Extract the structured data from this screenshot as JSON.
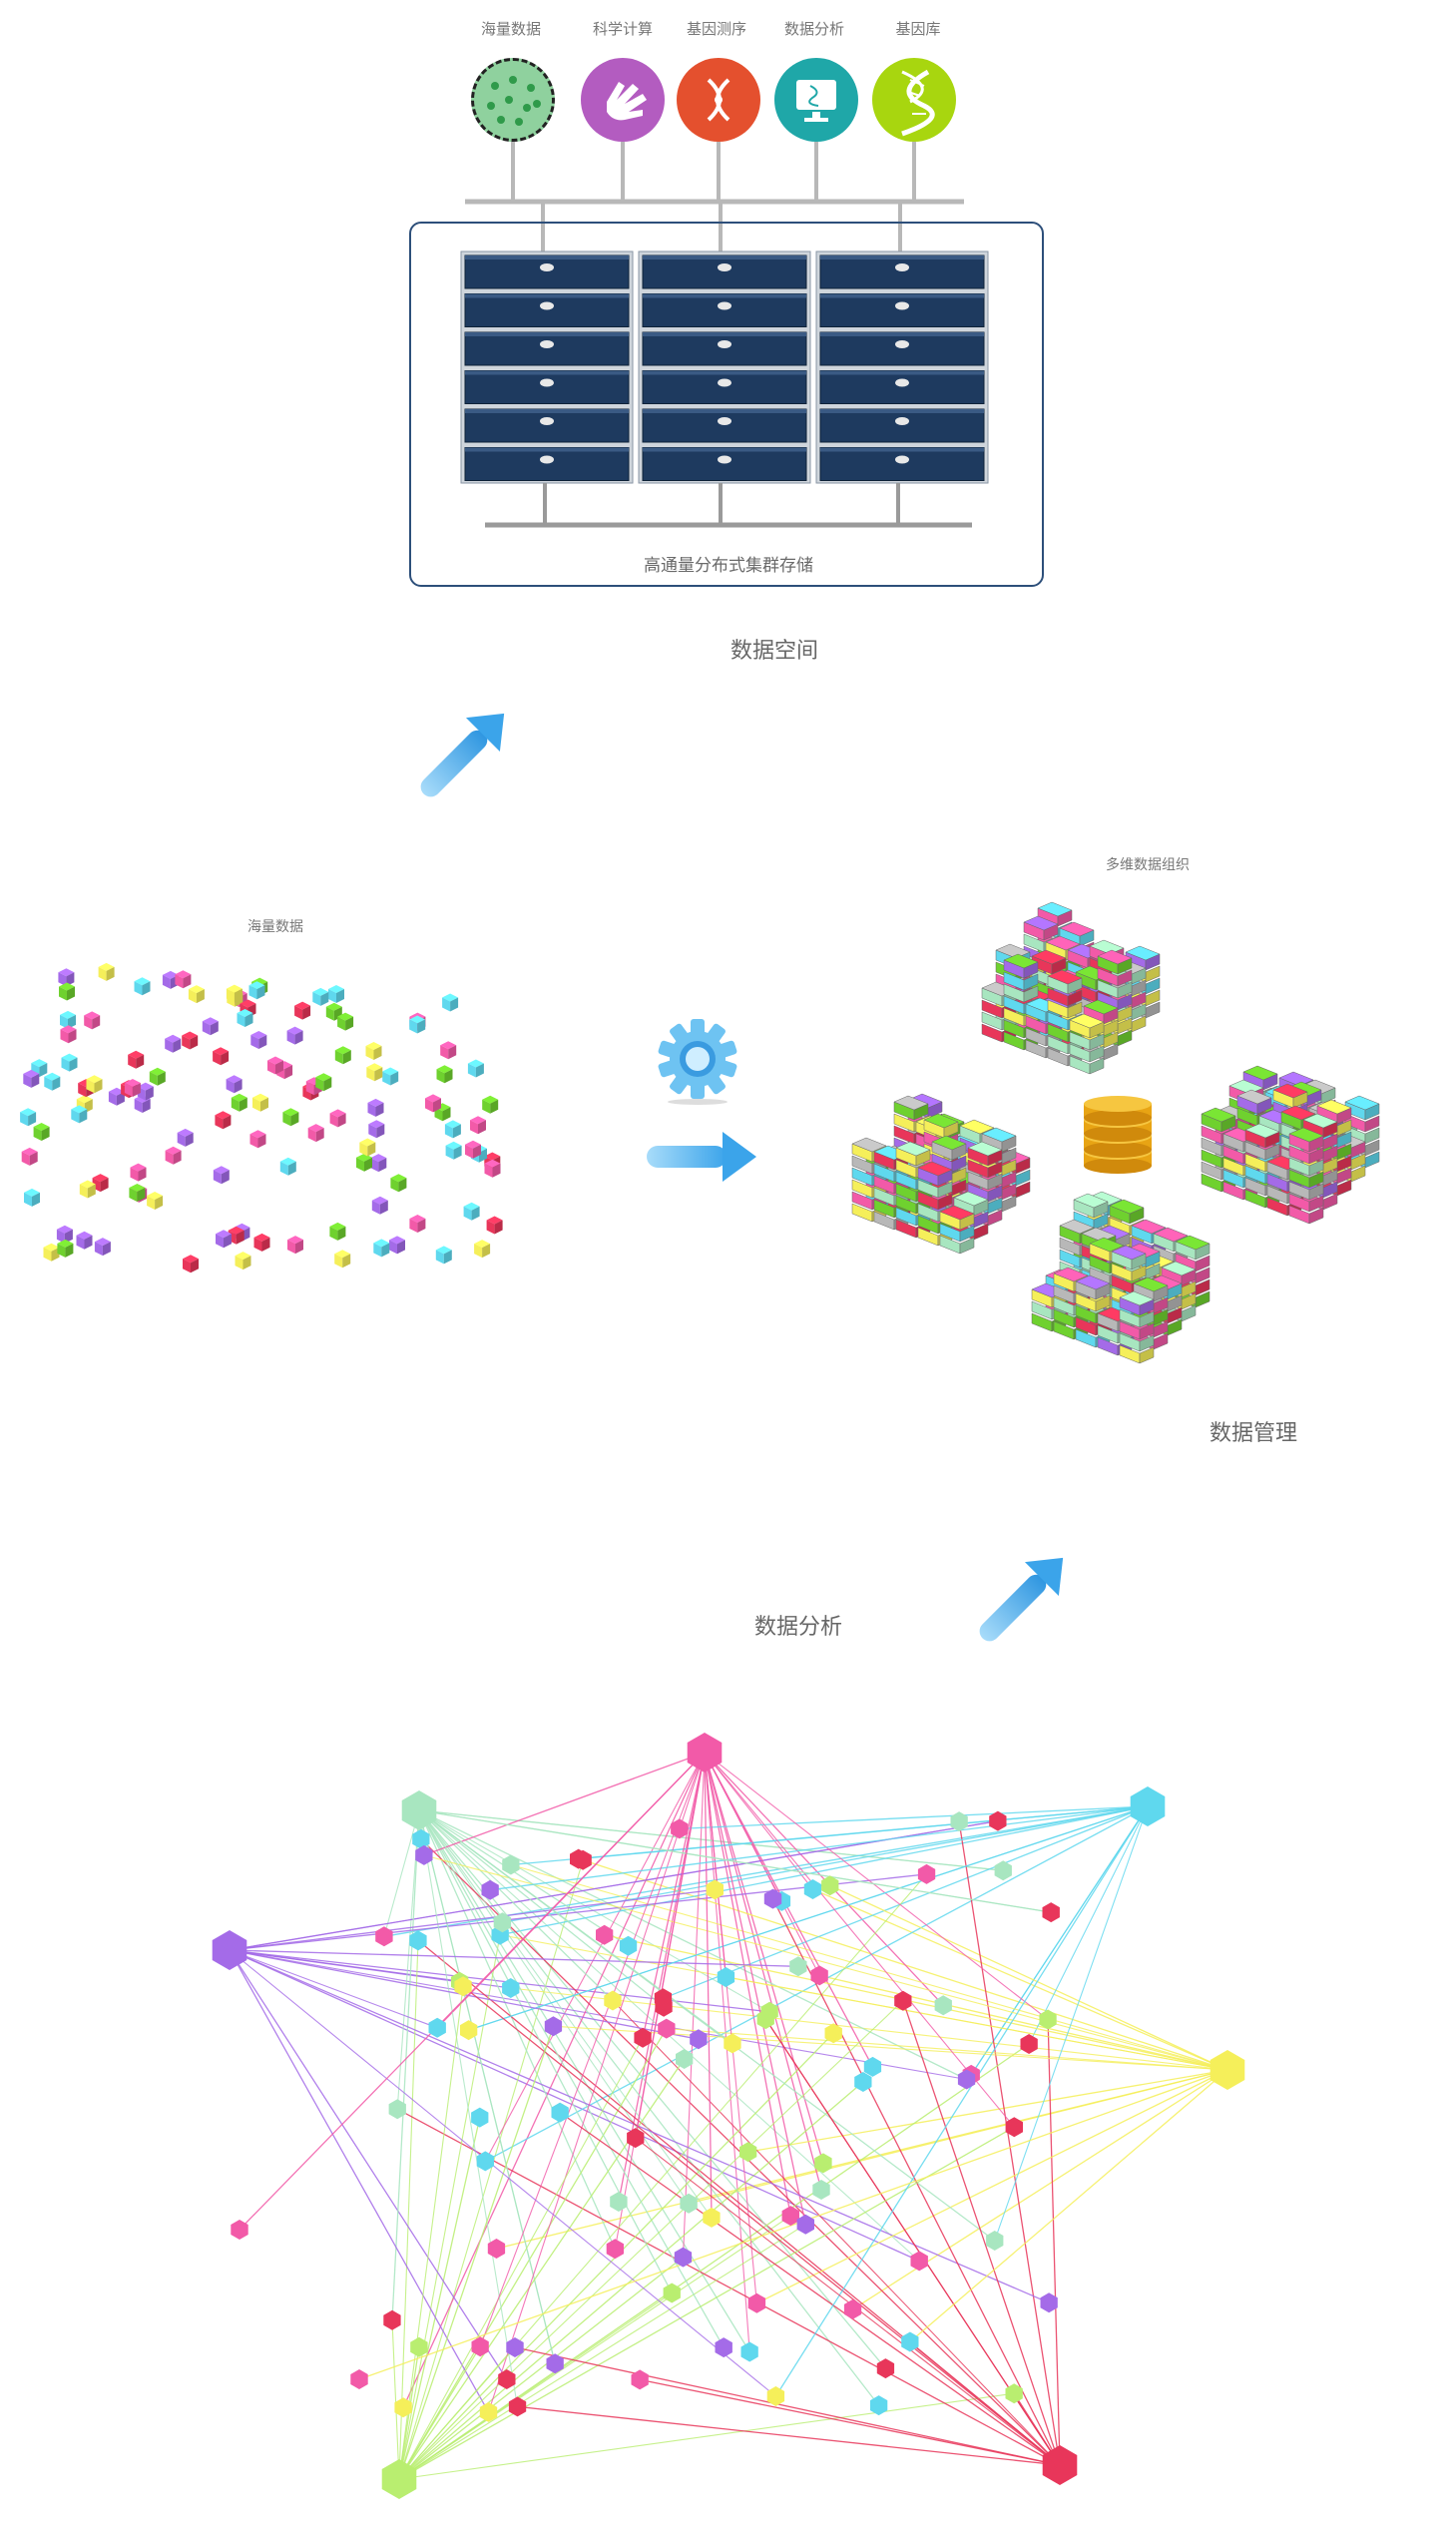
{
  "top": {
    "icons": [
      {
        "label": "海量数据",
        "icon": "dots-icon",
        "color": "#8fd19e"
      },
      {
        "label": "科学计算",
        "icon": "hand-icon",
        "color": "#b35cc0"
      },
      {
        "label": "基因测序",
        "icon": "dna-icon",
        "color": "#e4502e"
      },
      {
        "label": "数据分析",
        "icon": "monitor-icon",
        "color": "#1fa7a8"
      },
      {
        "label": "基因库",
        "icon": "helix-icon",
        "color": "#a8d60f"
      }
    ],
    "storage_caption": "高通量分布式集群存储",
    "section_title": "数据空间"
  },
  "middle": {
    "raw_label": "海量数据",
    "organized_label": "多维数据组织",
    "section_title": "数据管理"
  },
  "bottom": {
    "section_title": "数据分析"
  },
  "colors": {
    "pink": "#f25aa8",
    "green": "#6fd12f",
    "cyan": "#5fd8ee",
    "purple": "#a46be8",
    "red": "#e8365a",
    "yellow": "#f5ef5a",
    "mint": "#a8e6c0",
    "lime": "#b9ee70",
    "arrow": "#5bb8ef"
  }
}
